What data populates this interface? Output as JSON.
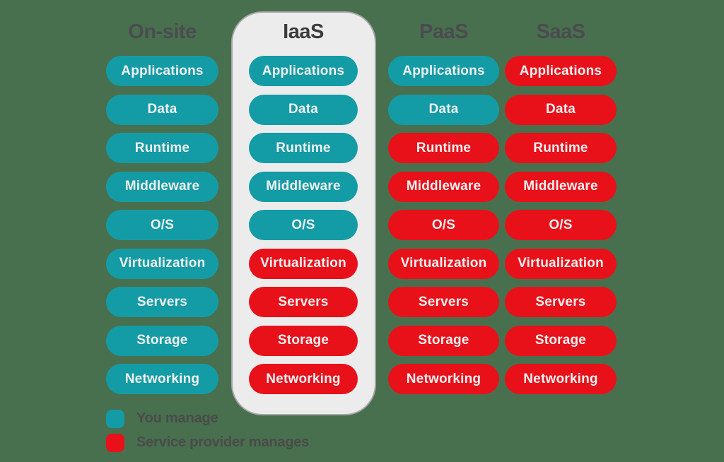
{
  "colors": {
    "background": "#48704E",
    "you_manage": "#149CA6",
    "provider_manages": "#E8111A",
    "highlight_panel": "#ECECEC",
    "panel_border": "#A6A6A6",
    "header_text": "#4B4B50",
    "highlight_header_text": "#3C3C3C",
    "pill_text": "#F1F1F1",
    "legend_text": "#4A4A4A"
  },
  "layers": [
    "Applications",
    "Data",
    "Runtime",
    "Middleware",
    "O/S",
    "Virtualization",
    "Servers",
    "Storage",
    "Networking"
  ],
  "columns": [
    {
      "id": "on-site",
      "title": "On-site",
      "highlighted": false,
      "cells": [
        "you_manage",
        "you_manage",
        "you_manage",
        "you_manage",
        "you_manage",
        "you_manage",
        "you_manage",
        "you_manage",
        "you_manage"
      ]
    },
    {
      "id": "iaas",
      "title": "IaaS",
      "highlighted": true,
      "cells": [
        "you_manage",
        "you_manage",
        "you_manage",
        "you_manage",
        "you_manage",
        "provider_manages",
        "provider_manages",
        "provider_manages",
        "provider_manages"
      ]
    },
    {
      "id": "paas",
      "title": "PaaS",
      "highlighted": false,
      "cells": [
        "you_manage",
        "you_manage",
        "provider_manages",
        "provider_manages",
        "provider_manages",
        "provider_manages",
        "provider_manages",
        "provider_manages",
        "provider_manages"
      ]
    },
    {
      "id": "saas",
      "title": "SaaS",
      "highlighted": false,
      "cells": [
        "provider_manages",
        "provider_manages",
        "provider_manages",
        "provider_manages",
        "provider_manages",
        "provider_manages",
        "provider_manages",
        "provider_manages",
        "provider_manages"
      ]
    }
  ],
  "legend": [
    {
      "id": "you-manage",
      "label": "You manage",
      "color": "#149CA6"
    },
    {
      "id": "provider-manages",
      "label": "Service provider manages",
      "color": "#E8111A"
    }
  ]
}
